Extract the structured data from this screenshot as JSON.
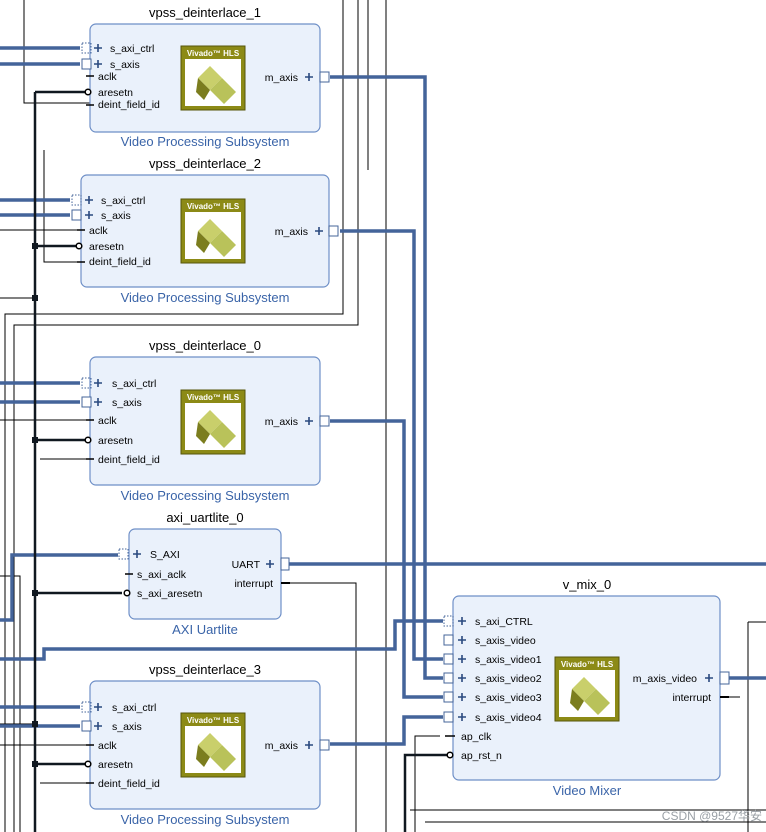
{
  "blocks": {
    "vpss1": {
      "title": "vpss_deinterlace_1",
      "subtitle": "Video Processing Subsystem",
      "pins": [
        "s_axi_ctrl",
        "s_axis",
        "aclk",
        "aresetn",
        "deint_field_id"
      ],
      "out": "m_axis"
    },
    "vpss2": {
      "title": "vpss_deinterlace_2",
      "subtitle": "Video Processing Subsystem",
      "pins": [
        "s_axi_ctrl",
        "s_axis",
        "aclk",
        "aresetn",
        "deint_field_id"
      ],
      "out": "m_axis"
    },
    "vpss0": {
      "title": "vpss_deinterlace_0",
      "subtitle": "Video Processing Subsystem",
      "pins": [
        "s_axi_ctrl",
        "s_axis",
        "aclk",
        "aresetn",
        "deint_field_id"
      ],
      "out": "m_axis"
    },
    "uart": {
      "title": "axi_uartlite_0",
      "subtitle": "AXI Uartlite",
      "pins": [
        "S_AXI",
        "s_axi_aclk",
        "s_axi_aresetn"
      ],
      "outs": [
        "UART",
        "interrupt"
      ]
    },
    "vpss3": {
      "title": "vpss_deinterlace_3",
      "subtitle": "Video Processing Subsystem",
      "pins": [
        "s_axi_ctrl",
        "s_axis",
        "aclk",
        "aresetn",
        "deint_field_id"
      ],
      "out": "m_axis"
    },
    "vmix": {
      "title": "v_mix_0",
      "subtitle": "Video Mixer",
      "pins": [
        "s_axi_CTRL",
        "s_axis_video",
        "s_axis_video1",
        "s_axis_video2",
        "s_axis_video3",
        "s_axis_video4",
        "ap_clk",
        "ap_rst_n"
      ],
      "outs": [
        "m_axis_video",
        "interrupt"
      ]
    }
  },
  "logo_label": "Vivado™ HLS",
  "watermark": "CSDN @9527华安",
  "colors": {
    "bus": "#44649a",
    "wire": "#000000",
    "block_fill": "#eaf1fb",
    "block_border": "#6e8fc7",
    "logo_bg": "#8c8a16"
  }
}
